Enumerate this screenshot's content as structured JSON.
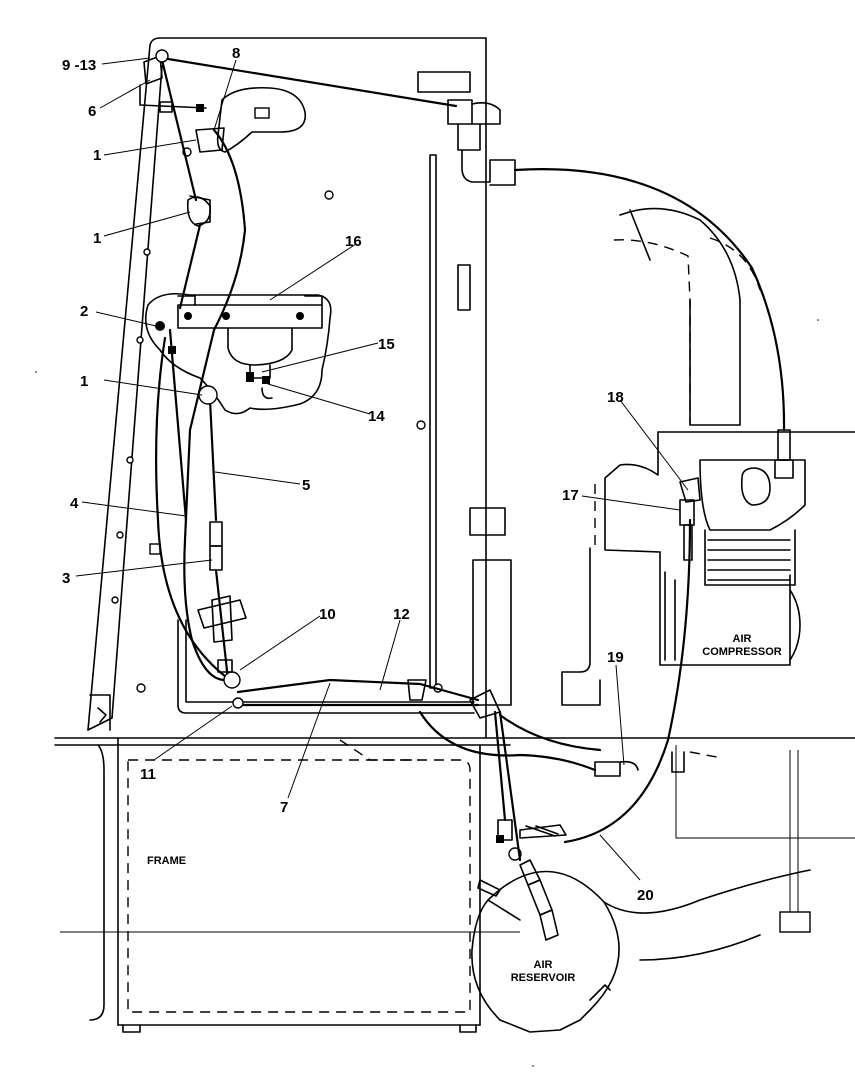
{
  "callouts": {
    "c9_13": "9 -13",
    "c6": "6",
    "c8": "8",
    "c1a": "1",
    "c1b": "1",
    "c16": "16",
    "c2": "2",
    "c15": "15",
    "c1c": "1",
    "c14": "14",
    "c18": "18",
    "c5": "5",
    "c4": "4",
    "c17": "17",
    "c3": "3",
    "c10": "10",
    "c12": "12",
    "c19": "19",
    "c11": "11",
    "c7": "7",
    "c20": "20"
  },
  "labels": {
    "air_compressor_1": "AIR",
    "air_compressor_2": "COMPRESSOR",
    "frame": "FRAME",
    "air_reservoir_1": "AIR",
    "air_reservoir_2": "RESERVOIR"
  }
}
